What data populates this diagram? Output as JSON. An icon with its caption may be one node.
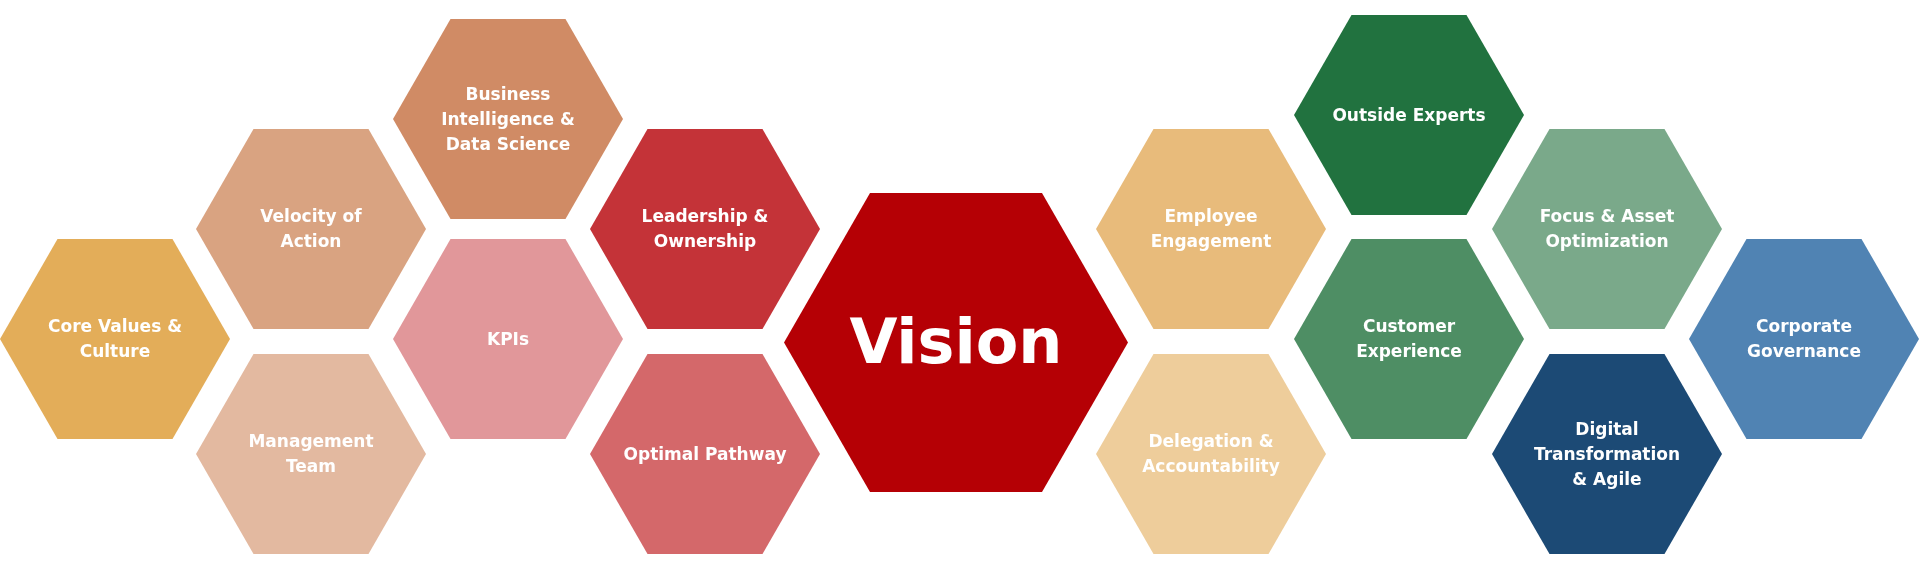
{
  "diagram": {
    "nodes": [
      {
        "text": [
          "Core Values & Culture"
        ]
      },
      {
        "text": [
          "Velocity of Action"
        ]
      },
      {
        "text": [
          "Management Team"
        ]
      },
      {
        "text": [
          "Business Intelligence & Data Science"
        ]
      },
      {
        "text": [
          "KPIs"
        ]
      },
      {
        "text": [
          "Leadership & Ownership"
        ]
      },
      {
        "text": [
          "Optimal Pathway"
        ]
      },
      {
        "text": [
          "Vision"
        ]
      },
      {
        "text": [
          "Employee Engagement"
        ]
      },
      {
        "text": [
          "Delegation & Accountability"
        ]
      },
      {
        "text": [
          "Outside Experts"
        ]
      },
      {
        "text": [
          "Customer Experience"
        ]
      },
      {
        "text": [
          "Focus & Asset Optimization"
        ]
      },
      {
        "text": [
          "Digital Transformation & Agile"
        ]
      },
      {
        "text": [
          "Corporate Governance"
        ]
      }
    ],
    "edges": []
  }
}
